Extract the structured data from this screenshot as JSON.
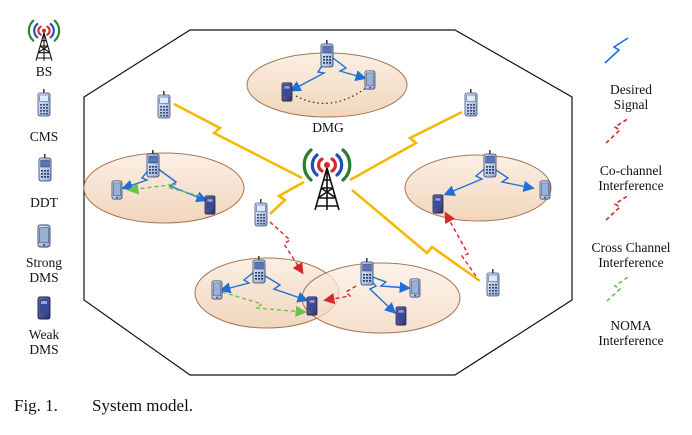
{
  "left_legend": [
    {
      "label": "BS",
      "icon": "bs-tower-icon"
    },
    {
      "label": "CMS",
      "icon": "cms-phone-icon"
    },
    {
      "label": "DDT",
      "icon": "ddt-phone-icon"
    },
    {
      "label": "Strong\nDMS",
      "icon": "strong-dms-phone-icon"
    },
    {
      "label": "Weak\nDMS",
      "icon": "weak-dms-phone-icon"
    }
  ],
  "right_legend": [
    {
      "label": "Desired\nSignal",
      "icon": "desired-signal-icon",
      "color": "#1f6fd6"
    },
    {
      "label": "Co-channel\nInterference",
      "icon": "co-channel-interference-icon",
      "color": "#d62828"
    },
    {
      "label": "Cross Channel\nInterference",
      "icon": "cross-channel-interference-icon",
      "color": "#d62828"
    },
    {
      "label": "NOMA\nInterference",
      "icon": "noma-interference-icon",
      "color": "#6cc24a"
    }
  ],
  "diagram": {
    "dmg_label": "DMG"
  },
  "caption": {
    "number": "Fig. 1.",
    "text": "System model."
  },
  "colors": {
    "cluster_fill": "#f6e3d2",
    "cluster_stroke": "#b07a52",
    "desired": "#1f6fd6",
    "co_channel": "#d62828",
    "noma": "#6cc24a",
    "bs_link": "#f5b800"
  }
}
